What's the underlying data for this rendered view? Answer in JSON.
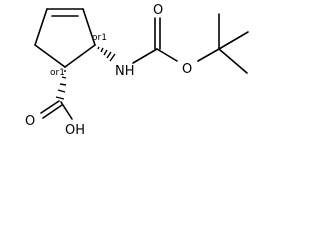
{
  "molecule": {
    "atoms": {
      "nh": "NH",
      "o_carbamate_carbonyl": "O",
      "o_ester": "O",
      "o_acid_carbonyl": "O",
      "oh": "OH"
    },
    "stereo": {
      "c1": "or1",
      "c2": "or1"
    }
  }
}
